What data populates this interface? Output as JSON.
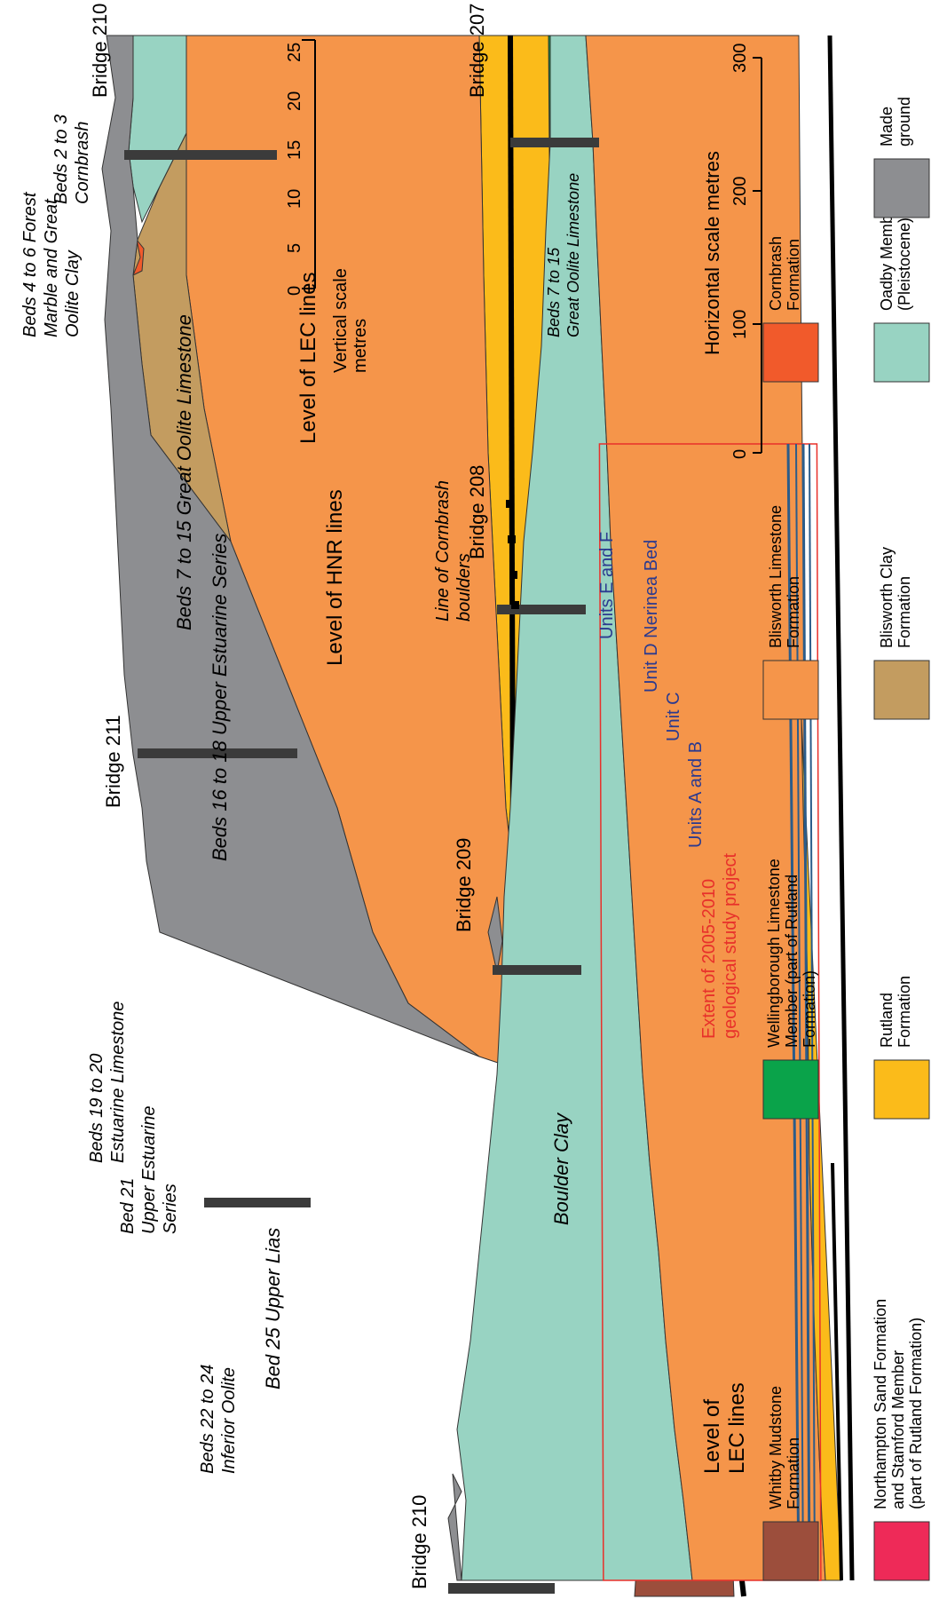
{
  "bridges": {
    "b210": "Bridge 210",
    "b211": "Bridge 211",
    "b207": "Bridge 207",
    "b208": "Bridge 208",
    "b209": "Bridge 209",
    "b210_lower": "Bridge 210"
  },
  "upper_section": {
    "beds_2_3": [
      "Beds 2 to 3",
      "Cornbrash"
    ],
    "beds_4_6": [
      "Beds 4 to 6 Forest",
      "Marble and Great",
      "Oolite Clay"
    ],
    "beds_7_15": "Beds 7 to 15 Great Oolite Limestone",
    "beds_16_18": "Beds 16 to 18 Upper Estuarine Series",
    "beds_19_20": [
      "Beds 19 to 20",
      "Estuarine Limestone"
    ],
    "bed_21": [
      "Bed 21",
      "Upper Estuarine",
      "Series"
    ],
    "beds_22_24": [
      "Beds 22 to 24",
      "Inferior Oolite"
    ],
    "bed_25": "Bed 25 Upper Lias",
    "level_lec": "Level of LEC lines",
    "level_hnr": "Level of HNR lines"
  },
  "vertical_scale": {
    "ticks": [
      "25",
      "20",
      "15",
      "10",
      "5",
      "0"
    ],
    "label": [
      "Vertical scale",
      "metres"
    ]
  },
  "lower_section": {
    "beds_7_15": [
      "Beds 7 to 15",
      "Great Oolite Limestone"
    ],
    "cornbrash_boulders": [
      "Line of Cornbrash",
      "boulders"
    ],
    "boulder_clay": "Boulder Clay",
    "units_e_f": "Units E and F",
    "unit_d": "Unit D Nerinea Bed",
    "unit_c": "Unit C",
    "units_a_b": "Units A and B",
    "extent": [
      "Extent of 2005-2010",
      "geological study project"
    ],
    "level_lec": [
      "Level of",
      "LEC lines"
    ]
  },
  "horizontal_scale": {
    "ticks": [
      "0",
      "100",
      "200",
      "300"
    ],
    "label": "Horizontal scale metres"
  },
  "legend": {
    "northampton": [
      "Northampton Sand Formation",
      "and Stamford Member",
      "(part of Rutland Formation)"
    ],
    "whitby": [
      "Whitby Mudstone",
      "Formation"
    ],
    "rutland": [
      "Rutland",
      "Formation"
    ],
    "wellingborough": [
      "Wellingborough Limestone",
      "Member (part of Rutland",
      "Formation)"
    ],
    "blisworth_clay": [
      "Blisworth Clay",
      "Formation"
    ],
    "blisworth_limestone": [
      "Blisworth Limestone",
      "Formation"
    ],
    "oadby": [
      "Oadby Member",
      "(Pleistocene)"
    ],
    "cornbrash": [
      "Cornbrash",
      "Formation"
    ],
    "made_ground": [
      "Made",
      "ground"
    ]
  },
  "colors": {
    "made_ground": "#8d8e91",
    "oadby": "#98d3c2",
    "blisworth_clay": "#c39c60",
    "blisworth_limestone": "#f5954a",
    "rutland": "#fbbb1a",
    "wellingborough": "#0aa34a",
    "northampton": "#ee2a58",
    "whitby": "#9c4e3c",
    "cornbrash": "#f15a2b",
    "project_extent": "#e8302a",
    "unit_lines": "#2b5c8a"
  }
}
